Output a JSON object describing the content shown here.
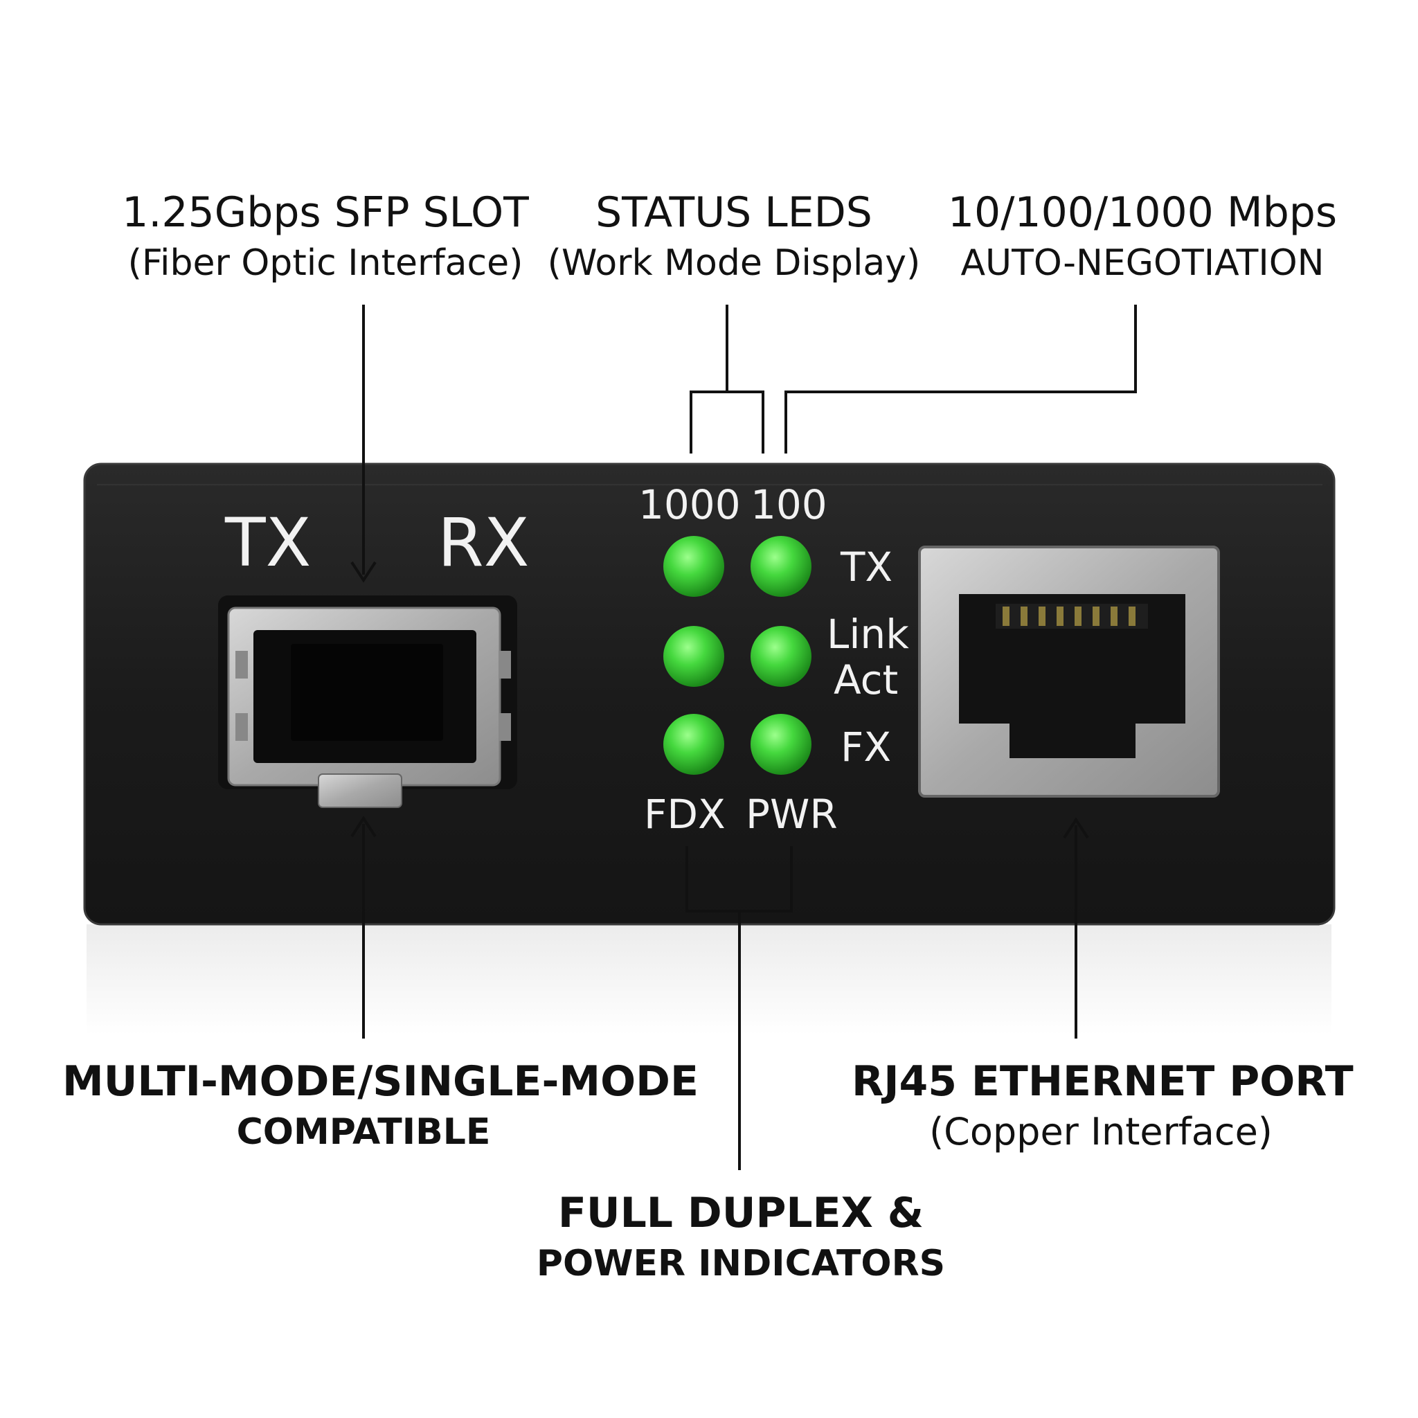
{
  "callouts": {
    "sfp": {
      "line1": "1.25Gbps SFP SLOT",
      "line2": "(Fiber Optic Interface)"
    },
    "leds": {
      "line1": "STATUS LEDS",
      "line2": "(Work Mode Display)"
    },
    "auto": {
      "line1": "10/100/1000 Mbps",
      "line2": "AUTO-NEGOTIATION"
    },
    "mode": {
      "line1": "MULTI-MODE/SINGLE-MODE",
      "line2": "COMPATIBLE"
    },
    "rj45": {
      "line1": "RJ45 ETHERNET PORT",
      "line2": "(Copper Interface)"
    },
    "fdx": {
      "line1": "FULL DUPLEX &",
      "line2": "POWER INDICATORS"
    }
  },
  "panel": {
    "sfp_tx": "TX",
    "sfp_rx": "RX",
    "led_1000": "1000",
    "led_100": "100",
    "led_tx": "TX",
    "led_link": "Link",
    "led_act": "Act",
    "led_fx": "FX",
    "led_fdx": "FDX",
    "led_pwr": "PWR"
  },
  "colors": {
    "housing": "#1c1c1c",
    "led_green": "#3fd13a",
    "metal": "#b9b9b9",
    "text_dark": "#111111",
    "text_light": "#f2f2f2"
  }
}
